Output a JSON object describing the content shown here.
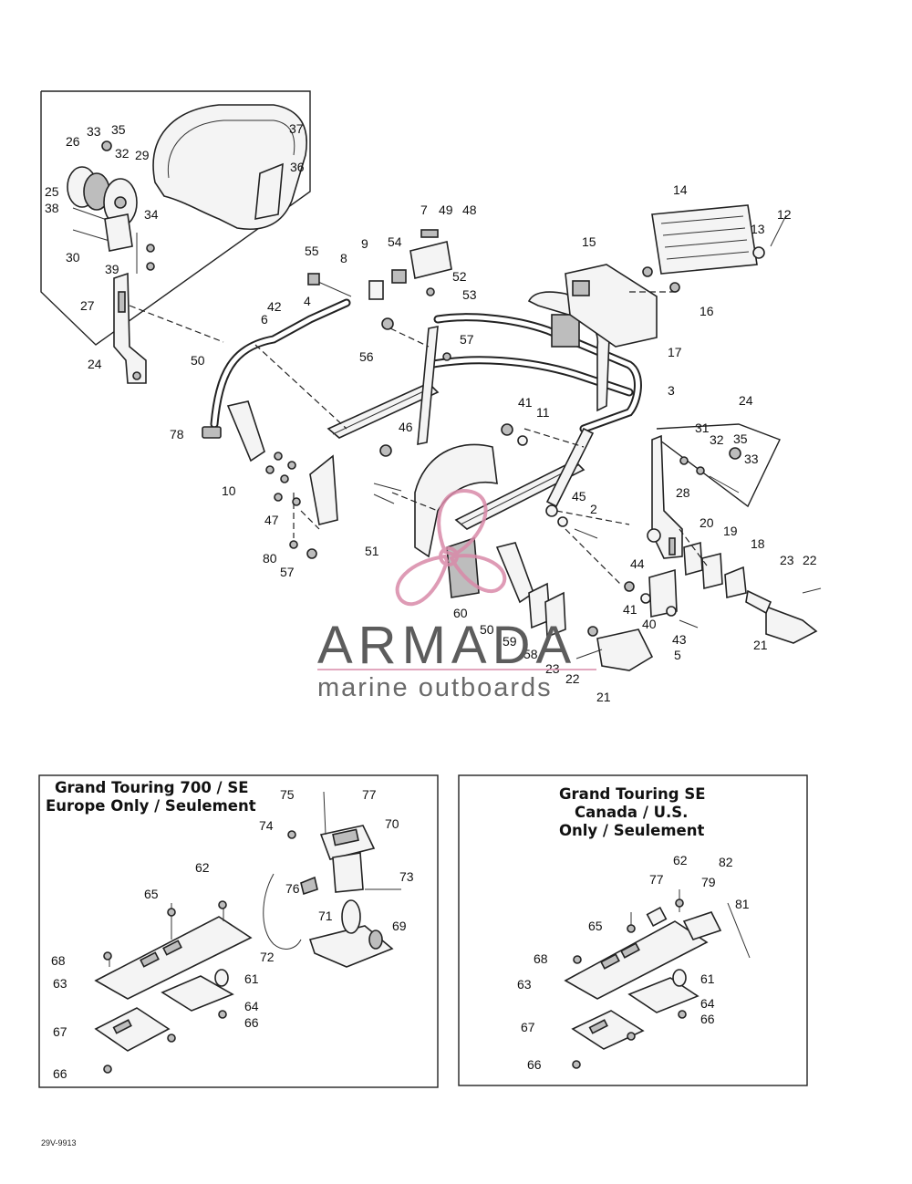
{
  "diagram_code": "29V-9913",
  "callouts_main": [
    "33",
    "35",
    "26",
    "32",
    "29",
    "37",
    "36",
    "25",
    "38",
    "34",
    "30",
    "39",
    "27",
    "24",
    "7",
    "49",
    "48",
    "9",
    "54",
    "55",
    "8",
    "52",
    "14",
    "13",
    "12",
    "15",
    "16",
    "17",
    "53",
    "4",
    "42",
    "6",
    "56",
    "57",
    "50",
    "3",
    "41",
    "11",
    "46",
    "78",
    "10",
    "47",
    "2",
    "45",
    "31",
    "32",
    "35",
    "33",
    "28",
    "24",
    "20",
    "19",
    "18",
    "44",
    "23",
    "22",
    "51",
    "80",
    "57",
    "60",
    "41",
    "40",
    "43",
    "5",
    "59",
    "58",
    "50",
    "23",
    "22",
    "21",
    "21"
  ],
  "inset_left": {
    "title_line1": "Grand Touring 700 / SE",
    "title_line2": "Europe Only / Seulement",
    "callouts": [
      "75",
      "77",
      "74",
      "70",
      "62",
      "65",
      "76",
      "73",
      "71",
      "69",
      "68",
      "72",
      "63",
      "61",
      "64",
      "66",
      "67",
      "66"
    ]
  },
  "inset_right": {
    "title_line1": "Grand Touring SE",
    "title_line2": "Canada / U.S.",
    "title_line3": "Only / Seulement",
    "callouts": [
      "62",
      "82",
      "77",
      "79",
      "81",
      "65",
      "68",
      "63",
      "61",
      "64",
      "66",
      "67",
      "66"
    ]
  },
  "watermark": {
    "brand": "ARMADA",
    "tagline": "marine outboards",
    "color": "#d98aa9"
  }
}
